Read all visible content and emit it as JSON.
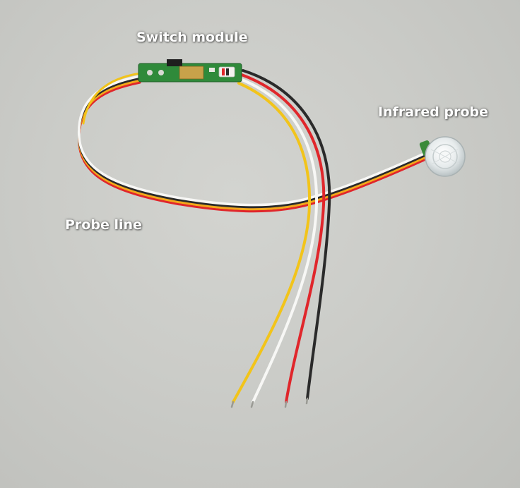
{
  "labels": {
    "switch_module": "Switch module",
    "infrared_probe": "Infrared probe",
    "probe_line": "Probe line"
  },
  "colors": {
    "background": "#cbccc8",
    "wire_yellow": "#f2c41a",
    "wire_white": "#f4f4f2",
    "wire_red": "#e0262b",
    "wire_black": "#2a2a2a",
    "pcb_green": "#2f8a3a",
    "label_text": "#ffffff"
  }
}
